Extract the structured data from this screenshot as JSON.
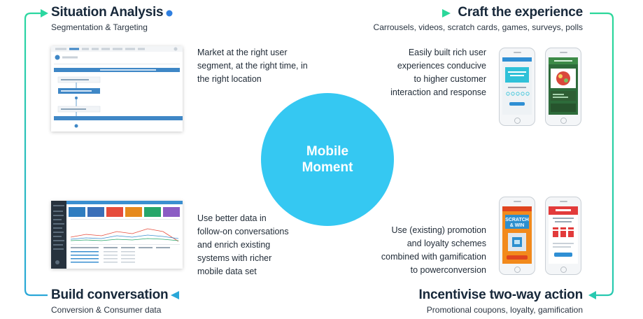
{
  "center": {
    "line1": "Mobile",
    "line2": "Moment"
  },
  "steps": {
    "situation": {
      "title": "Situation Analysis",
      "subtitle": "Segmentation & Targeting",
      "description": [
        "Market at the right user",
        "segment, at the right time, in",
        "the right location"
      ]
    },
    "craft": {
      "title": "Craft the experience",
      "subtitle": "Carrousels, videos, scratch cards, games, surveys, polls",
      "description": [
        "Easily built rich user",
        "experiences conducive",
        "to higher customer",
        "interaction and response"
      ]
    },
    "incentivise": {
      "title": "Incentivise two-way action",
      "subtitle": "Promotional coupons, loyalty, gamification",
      "description": [
        "Use (existing) promotion",
        "and loyalty schemes",
        "combined with gamification",
        "to powerconversion"
      ]
    },
    "build": {
      "title": "Build conversation",
      "subtitle": "Conversion & Consumer data",
      "description": [
        "Use better data in",
        "follow-on conversations",
        "and enrich existing",
        "systems with richer",
        "mobile data set"
      ]
    }
  },
  "phone_text": {
    "scratch_line1": "SCRATCH",
    "scratch_line2": "& WIN"
  },
  "colors": {
    "arrow_start": "#2f7fe0",
    "arrow_end": "#2bd79a",
    "circle": "#35c8f2",
    "heading": "#17283a"
  }
}
